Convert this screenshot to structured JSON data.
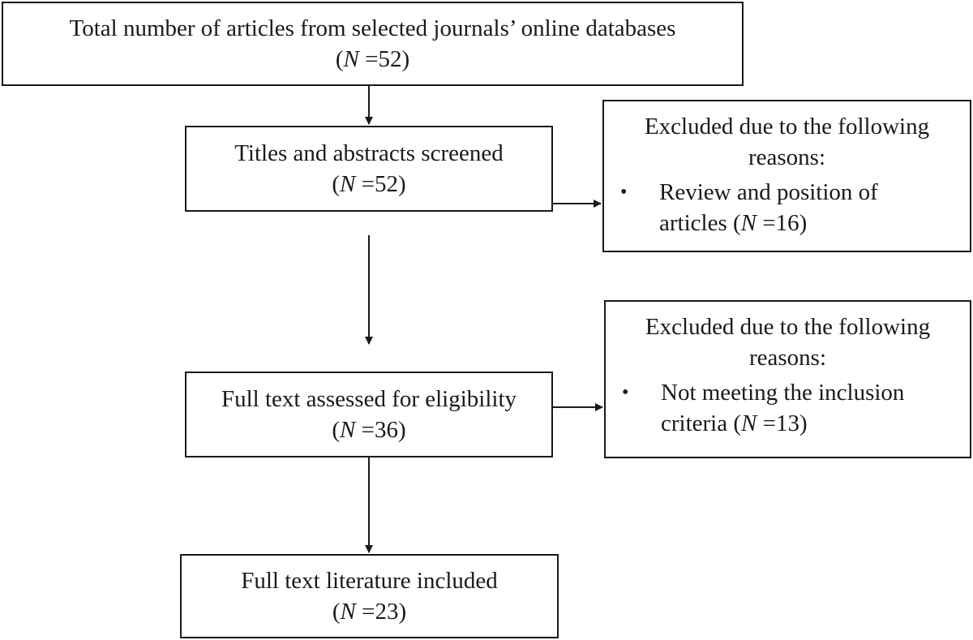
{
  "boxes": {
    "total": {
      "line1": "Total number of articles from selected journals’ online databases",
      "n_value": "=52)"
    },
    "screen": {
      "line1": "Titles and abstracts screened",
      "n_value": "=52)"
    },
    "full": {
      "line1": "Full text assessed for eligibility",
      "n_value": "=36)"
    },
    "incl": {
      "line1": "Full text literature included",
      "n_value": "=23)"
    }
  },
  "exclusions": [
    {
      "heading_line1": "Excluded due to the following",
      "heading_line2": "reasons:",
      "bullet": "•",
      "reason_line1": "Review and position of",
      "reason_line2_prefix": "articles (",
      "n_value": "=16)"
    },
    {
      "heading_line1": "Excluded due to the following",
      "heading_line2": "reasons:",
      "bullet": "•",
      "reason_line1": "Not meeting the inclusion",
      "reason_line2_prefix": "criteria (",
      "n_value": "=13)"
    }
  ],
  "n_symbol": "N",
  "open_paren": "(",
  "line_color": "#1a1a1a"
}
